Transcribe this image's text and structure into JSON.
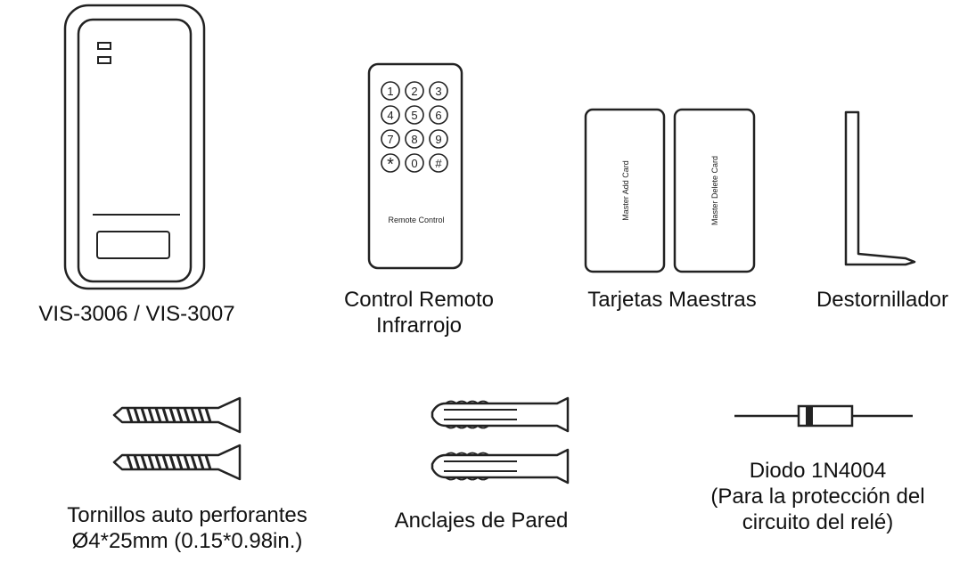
{
  "items": {
    "reader": {
      "caption": "VIS-3006 / VIS-3007"
    },
    "remote": {
      "caption_line1": "Control Remoto",
      "caption_line2": "Infrarrojo",
      "keys": [
        "1",
        "2",
        "3",
        "4",
        "5",
        "6",
        "7",
        "8",
        "9",
        "*",
        "0",
        "#"
      ],
      "label": "Remote Control"
    },
    "cards": {
      "caption": "Tarjetas Maestras",
      "add_card_label": "Master Add Card",
      "delete_card_label": "Master Delete Card"
    },
    "screwdriver": {
      "caption": "Destornillador"
    },
    "screws": {
      "caption_line1": "Tornillos auto perforantes",
      "caption_line2": "Ø4*25mm (0.15*0.98in.)"
    },
    "anchors": {
      "caption": "Anclajes de Pared"
    },
    "diode": {
      "caption_line1": "Diodo 1N4004",
      "caption_line2": "(Para la protección del",
      "caption_line3": "circuito del relé)"
    }
  }
}
